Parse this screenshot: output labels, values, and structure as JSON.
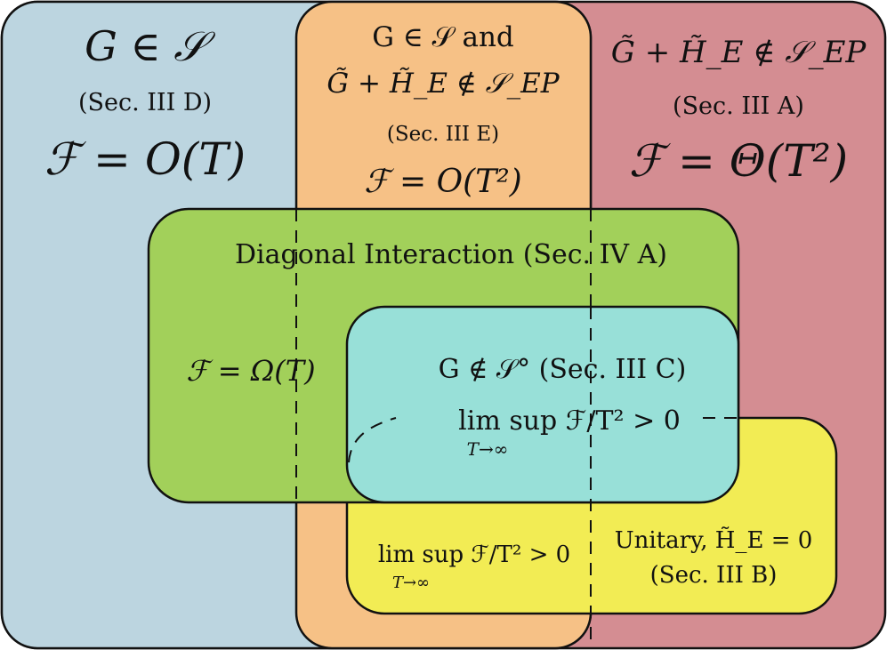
{
  "regions": {
    "blue": {
      "line1": "G ∈ 𝒮",
      "line2": "(Sec.  III D)",
      "line3": "ℱ = O(T)"
    },
    "orange": {
      "line1": "G ∈ 𝒮  and",
      "line2": "G̃ + H̃_E ∉ 𝒮_EP",
      "line3": "(Sec.  III E)",
      "line4": "ℱ = O(T²)"
    },
    "red": {
      "line1": "G̃ + H̃_E ∉ 𝒮_EP",
      "line2": "(Sec.  III A)",
      "line3": "ℱ = Θ(T²)"
    },
    "green": {
      "title": "Diagonal Interaction (Sec.  IV A)",
      "formula": "ℱ = Ω(T)"
    },
    "cyan": {
      "line1": "G ∉ 𝒮° (Sec.  III C)",
      "line2": "lim sup ℱ/T² > 0",
      "line2_sub": "T→∞"
    },
    "yellow": {
      "left_line": "lim sup ℱ/T² > 0",
      "left_sub": "T→∞",
      "right_line1": "Unitary, H̃_E = 0",
      "right_line2": "(Sec.  III B)"
    }
  },
  "colors": {
    "blue": "#bcd5e0",
    "orange": "#f6c186",
    "red": "#d48d92",
    "green": "#a2d05a",
    "cyan": "#98e0d8",
    "yellow": "#f2ec54",
    "stroke": "#111111"
  }
}
